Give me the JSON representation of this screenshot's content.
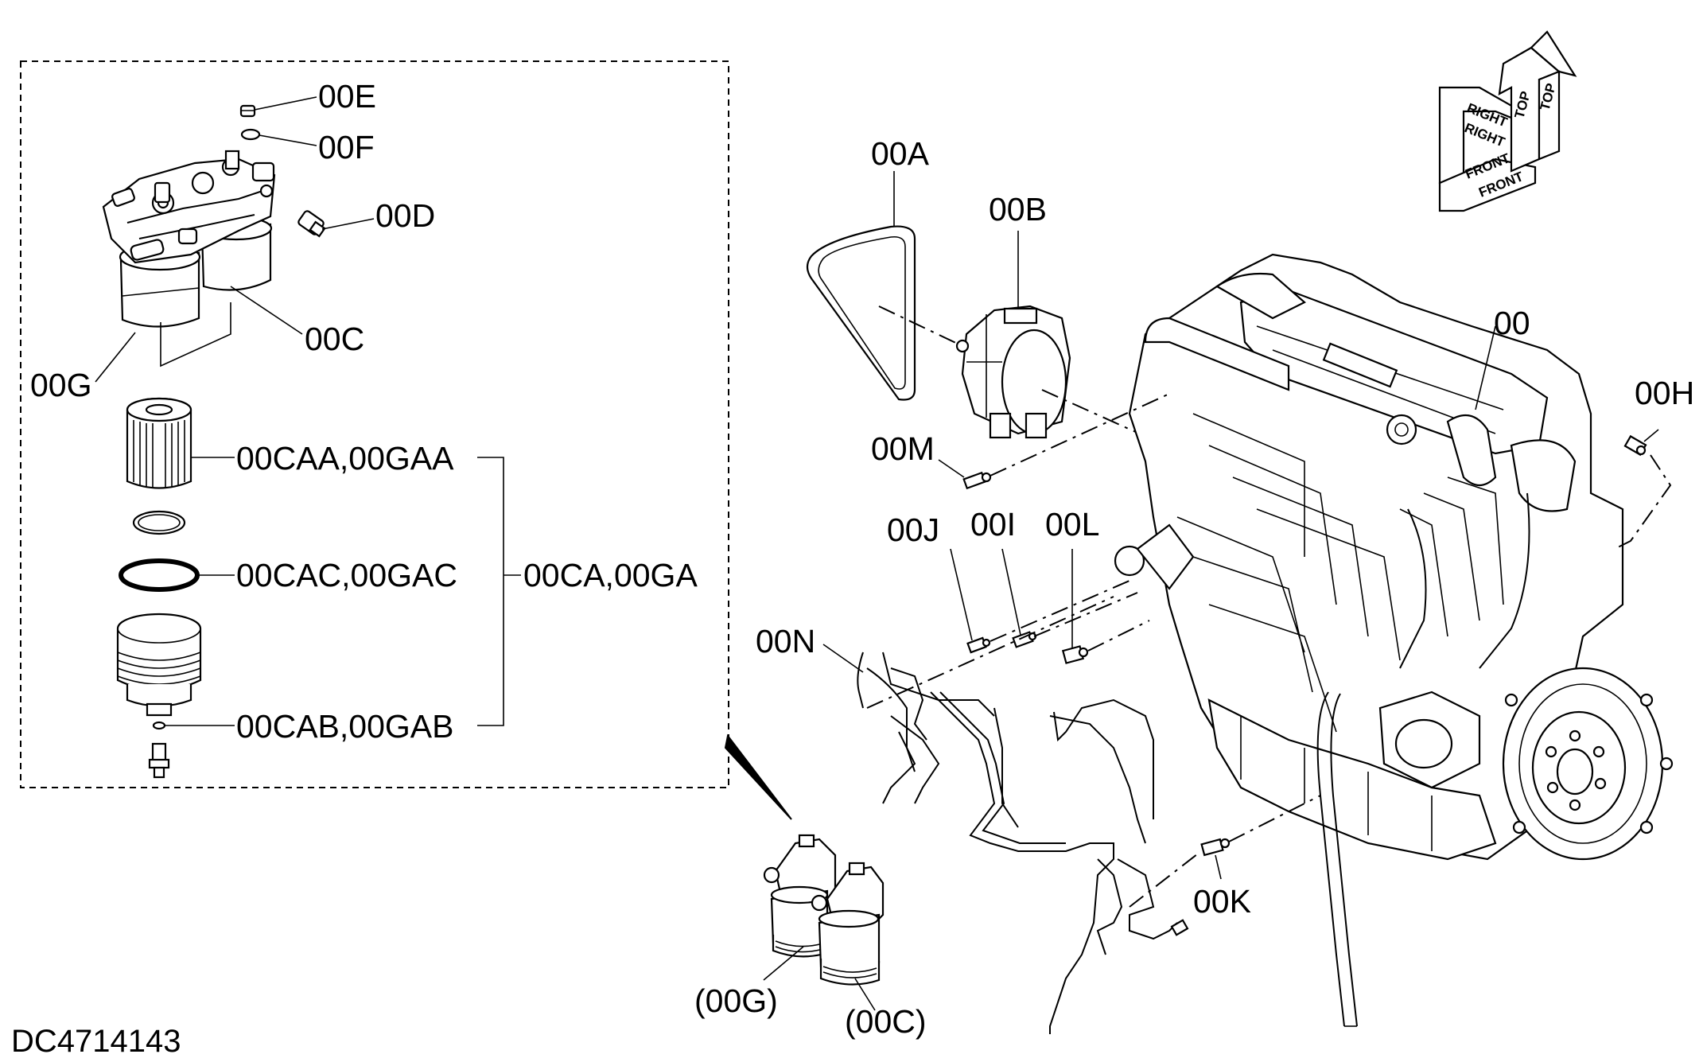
{
  "document_number": "DC4714143",
  "orientation_indicator": {
    "top_labels": [
      "TOP",
      "TOP"
    ],
    "right_labels": [
      "RIGHT",
      "RIGHT"
    ],
    "front_labels": [
      "FRONT",
      "FRONT"
    ]
  },
  "callouts": {
    "engine": "00",
    "belt": "00A",
    "alternator": "00B",
    "filter_right": "00C",
    "switch": "00D",
    "plug": "00E",
    "gasket": "00F",
    "filter_left": "00G",
    "sensor_h": "00H",
    "sensor_i": "00I",
    "sensor_j": "00J",
    "sensor_k": "00K",
    "sensor_l": "00L",
    "sensor_m": "00M",
    "harness": "00N",
    "element": "00CAA,00GAA",
    "oring_large": "00CAC,00GAC",
    "element_set": "00CA,00GA",
    "oring_small": "00CAB,00GAB",
    "assembly_left": "(00G)",
    "assembly_right": "(00C)"
  }
}
